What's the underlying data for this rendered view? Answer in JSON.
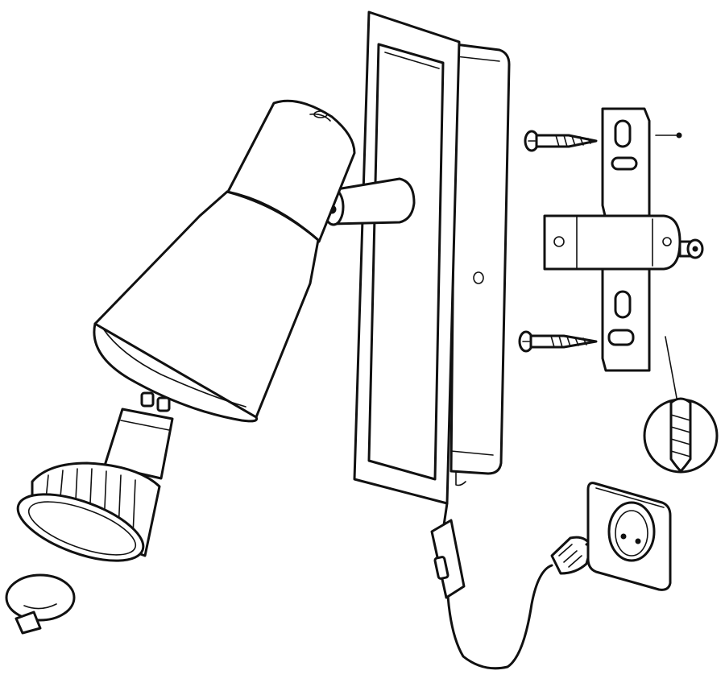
{
  "diagram": {
    "kind": "exploded-assembly",
    "colors": {
      "line": "#111111",
      "background": "#ffffff"
    },
    "parts": [
      {
        "id": "lamp-shade",
        "icon": "spotlight-head-icon"
      },
      {
        "id": "gu10-bulb",
        "icon": "gu10-led-bulb-icon"
      },
      {
        "id": "retaining-cap",
        "icon": "cap-icon"
      },
      {
        "id": "backplate",
        "icon": "wall-plate-icon"
      },
      {
        "id": "mounting-bracket",
        "icon": "bracket-icon"
      },
      {
        "id": "wall-screw",
        "count": 2,
        "icon": "screw-icon"
      },
      {
        "id": "wall-plug",
        "icon": "wall-plug-icon"
      },
      {
        "id": "inline-switch",
        "icon": "switch-icon"
      },
      {
        "id": "power-plug",
        "icon": "plug-icon"
      },
      {
        "id": "wall-socket",
        "icon": "socket-icon"
      }
    ]
  }
}
